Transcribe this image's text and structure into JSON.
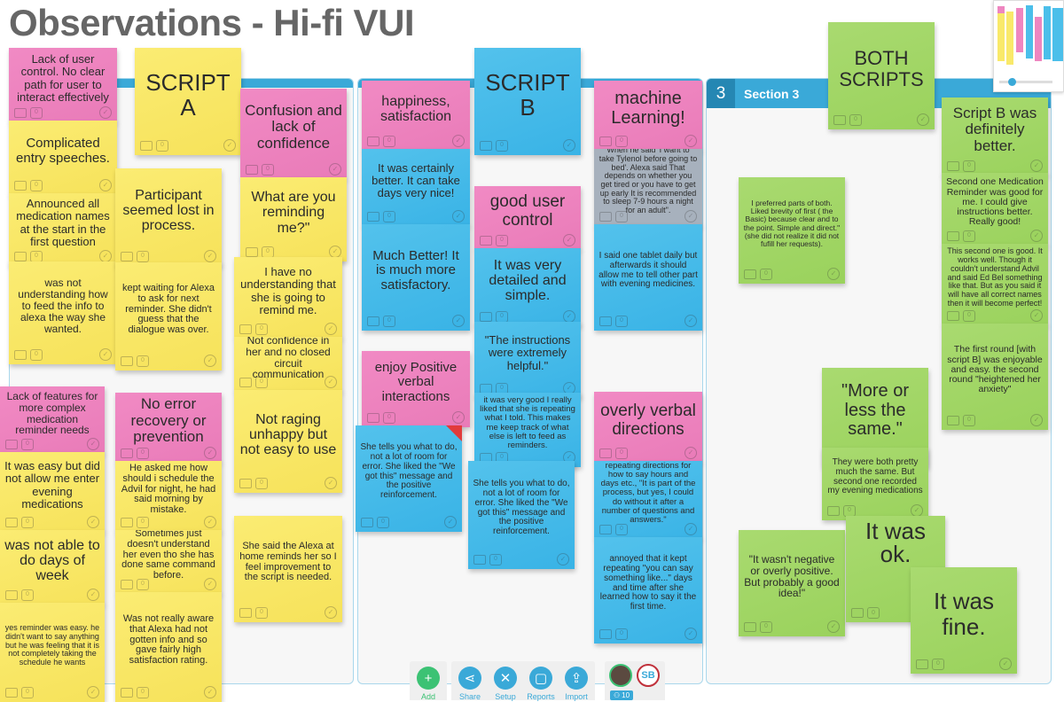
{
  "page_title": "Observations - Hi-fi VUI",
  "section3": {
    "number": "3",
    "label": "Section 3"
  },
  "colors": {
    "yellow": "#f9e96a",
    "pink": "#ee86c0",
    "blue": "#4bbfea",
    "green": "#a5d86a",
    "gray": "#a7b1bd",
    "section_bar": "#3aa9d8"
  },
  "note_footer": {
    "vote_count": "0",
    "comment_icon": "comment-icon",
    "check_icon": "check-icon"
  },
  "notes": [
    {
      "text": "Lack of user control. No clear path for user to interact effectively",
      "color": "pink"
    },
    {
      "text": "Complicated entry speeches.",
      "color": "yellow"
    },
    {
      "text": "Announced all medication names at the start in the first question",
      "color": "yellow"
    },
    {
      "text": "was not understanding how to feed the info to alexa the way she wanted.",
      "color": "yellow"
    },
    {
      "text": "SCRIPT A",
      "color": "yellow"
    },
    {
      "text": "Participant seemed lost in process.",
      "color": "yellow"
    },
    {
      "text": "kept waiting for Alexa to ask for next reminder. She didn't guess that the dialogue was over.",
      "color": "yellow"
    },
    {
      "text": "Confusion and lack of confidence",
      "color": "pink"
    },
    {
      "text": "What are you reminding me?\"",
      "color": "yellow"
    },
    {
      "text": "I have no understanding that she is going to remind me.",
      "color": "yellow"
    },
    {
      "text": "Not confidence in her and no closed circuit communication",
      "color": "yellow"
    },
    {
      "text": "Not raging unhappy but not easy to use",
      "color": "yellow"
    },
    {
      "text": "She said the Alexa at home reminds her so I feel improvement to the script is needed.",
      "color": "yellow"
    },
    {
      "text": "Lack of features for more complex medication reminder needs",
      "color": "pink"
    },
    {
      "text": "It was easy but did not allow me enter evening medications",
      "color": "yellow"
    },
    {
      "text": "was not able to do days of week",
      "color": "yellow"
    },
    {
      "text": "yes reminder was easy. he didn't want to say anything but he was feeling that it is not completely taking the schedule he wants",
      "color": "yellow"
    },
    {
      "text": "No error recovery or prevention",
      "color": "pink"
    },
    {
      "text": "He asked me how should i schedule the Advil for night, he had said morning by mistake.",
      "color": "yellow"
    },
    {
      "text": "Sometimes just doesn't understand her even tho she has done same command before.",
      "color": "yellow"
    },
    {
      "text": "Was not really aware that Alexa had not gotten info and so gave fairly high satisfaction rating.",
      "color": "yellow"
    },
    {
      "text": "happiness, satisfaction",
      "color": "pink"
    },
    {
      "text": "It was certainly better. It can take days very nice!",
      "color": "blue"
    },
    {
      "text": "Much Better! It is much more satisfactory.",
      "color": "blue"
    },
    {
      "text": "SCRIPT B",
      "color": "blue"
    },
    {
      "text": "good user control",
      "color": "pink"
    },
    {
      "text": "It was very detailed and simple.",
      "color": "blue"
    },
    {
      "text": "\"The instructions were extremely helpful.\"",
      "color": "blue"
    },
    {
      "text": "it was very good I really liked that she is repeating what I told. This makes me keep track of what else is left to feed as reminders.",
      "color": "blue"
    },
    {
      "text": "She tells you what to do, not a lot of room for error. She liked the \"We got this\" message and the positive reinforcement.",
      "color": "blue"
    },
    {
      "text": "enjoy Positive verbal interactions",
      "color": "pink"
    },
    {
      "text": "She tells you what to do, not a lot of room for error. She liked the \"We got this\" message and the positive reinforcement.",
      "color": "blue",
      "badge": "new"
    },
    {
      "text": "machine Learning!",
      "color": "pink"
    },
    {
      "text": "When he said 'I want to take Tylenol before going to bed'. Alexa said That depends on whether you get tired or you have to get up early It is recommended to sleep 7-9 hours a night for an adult\".",
      "color": "gray"
    },
    {
      "text": "I said one tablet daily but afterwards it should allow me to tell other part with evening medicines.",
      "color": "blue"
    },
    {
      "text": "overly verbal directions",
      "color": "pink"
    },
    {
      "text": "repeating directions for how to say hours and days etc., \"It is part of the process, but yes, I could do without it after a number of questions and answers.\"",
      "color": "blue"
    },
    {
      "text": "annoyed that it kept repeating \"you can say something like...\" days and time after she learned how to say it the first time.",
      "color": "blue"
    },
    {
      "text": "BOTH SCRIPTS",
      "color": "green"
    },
    {
      "text": "Script B was definitely better.",
      "color": "green"
    },
    {
      "text": "Second one Medication Reminder was good for me. I could give instructions better. Really good!",
      "color": "green"
    },
    {
      "text": "This second one is good. It works well. Though it couldn't understand Advil and said Ed Bel something like that. But as you said it will have all correct names then it will become perfect!",
      "color": "green"
    },
    {
      "text": "The first round [with script B] was enjoyable and easy. the second round \"heightened her anxiety\"",
      "color": "green"
    },
    {
      "text": "I preferred parts of both. Liked brevity of first ( the Basic) because clear and to the point. Simple and direct.\" (she did not realize it did not fufill her requests).",
      "color": "green"
    },
    {
      "text": "\"More or less the same.\"",
      "color": "green"
    },
    {
      "text": "They were both pretty much the same. But second one recorded my evening medications",
      "color": "green"
    },
    {
      "text": "\"It wasn't negative or overly positive. But probably a good idea!\"",
      "color": "green"
    },
    {
      "text": "It was ok.",
      "color": "green"
    },
    {
      "text": "It was fine.",
      "color": "green"
    }
  ],
  "toolbar": {
    "add": "Add",
    "share": "Share",
    "setup": "Setup",
    "reports": "Reports",
    "import": "Import",
    "user_initials": "SB",
    "participants_count": "10"
  }
}
